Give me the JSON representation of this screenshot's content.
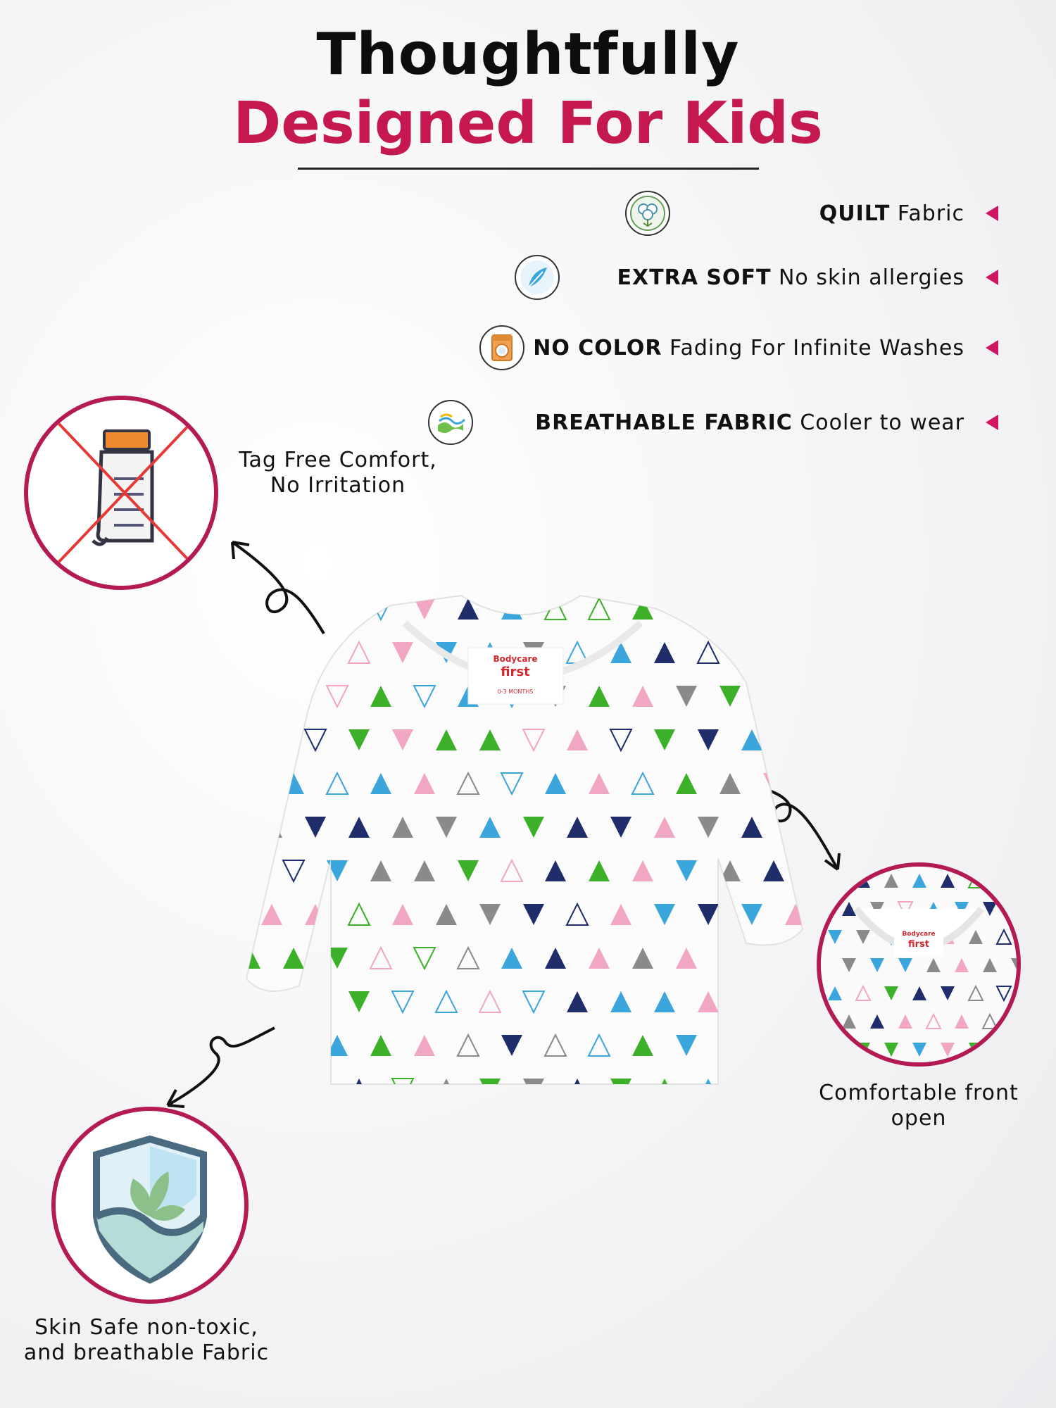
{
  "header": {
    "title_line1": "Thoughtfully",
    "title_line2": "Designed For Kids"
  },
  "features": [
    {
      "bold": "QUILT",
      "rest": " Fabric",
      "icon": "cotton-plant-icon"
    },
    {
      "bold": "EXTRA SOFT",
      "rest": " No skin allergies",
      "icon": "feather-soft-icon"
    },
    {
      "bold": "NO COLOR",
      "rest": " Fading For Infinite Washes",
      "icon": "washing-machine-icon"
    },
    {
      "bold": "BREATHABLE FABRIC",
      "rest": " Cooler to wear",
      "icon": "breathable-fabric-icon"
    }
  ],
  "callouts": {
    "tag_free": {
      "line1": "Tag Free Comfort,",
      "line2": "No Irritation",
      "icon": "no-tag-icon"
    },
    "front_open": {
      "line1": "Comfortable front",
      "line2": "open",
      "icon": "garment-closeup"
    },
    "skin_safe": {
      "line1": "Skin Safe non-toxic,",
      "line2": "and breathable Fabric",
      "icon": "leaf-shield-icon"
    }
  },
  "product": {
    "label_brand": "Bodycare",
    "label_sub": "first",
    "label_size": "0-3 MONTHS"
  },
  "colors": {
    "accent": "#c4184f",
    "arrow": "#d21464",
    "circle_border": "#b41a53",
    "print_green": "#3db02a",
    "print_navy": "#1f2d6b",
    "print_blue": "#3aa6dc",
    "print_pink": "#f1a6c4",
    "print_gray": "#8a8a8a"
  }
}
